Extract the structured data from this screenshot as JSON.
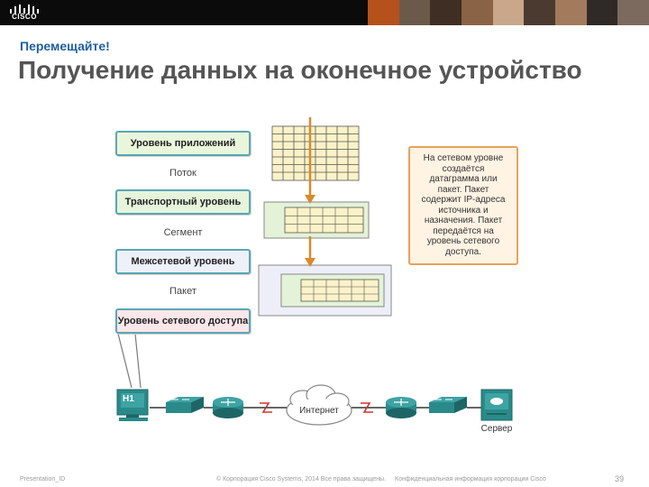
{
  "header": {
    "logo_text": "CISCO",
    "subtitle": "Перемещайте!",
    "title": "Получение данных на оконечное устройство"
  },
  "layers": [
    {
      "label": "Уровень приложений",
      "pdu": "Поток",
      "fill": "#e9f6dc"
    },
    {
      "label": "Транспортный уровень",
      "pdu": "Сегмент",
      "fill": "#e6f4dc"
    },
    {
      "label": "Межсетевой уровень",
      "pdu": "Пакет",
      "fill": "#eef0fa"
    },
    {
      "label": "Уровень сетевого доступа",
      "pdu": "",
      "fill": "#fbe6ea"
    }
  ],
  "note": {
    "text": "На сетевом уровне\nсоздаётся\nдатаграмма или\nпакет. Пакет\nсодержит IP-адреса\nисточника и\nназначения. Пакет\nпередаётся на\nуровень сетевого\nдоступа."
  },
  "network": {
    "host_label": "H1",
    "internet_label": "Интернет",
    "server_label": "Сервер"
  },
  "footer": {
    "left": "Presentation_ID",
    "center": "© Корпорация Cisco Systems, 2014 Все права защищены.",
    "center2": "Конфиденциальная информация корпорации Cisco",
    "page": "39"
  },
  "colors": {
    "accent_blue": "#1f5f9e",
    "arrow": "#d98a2b",
    "layer_border": "#5aa6b4",
    "note_border": "#e8a25a",
    "link_red": "#d0332f",
    "device_teal": "#2a8a8a"
  }
}
